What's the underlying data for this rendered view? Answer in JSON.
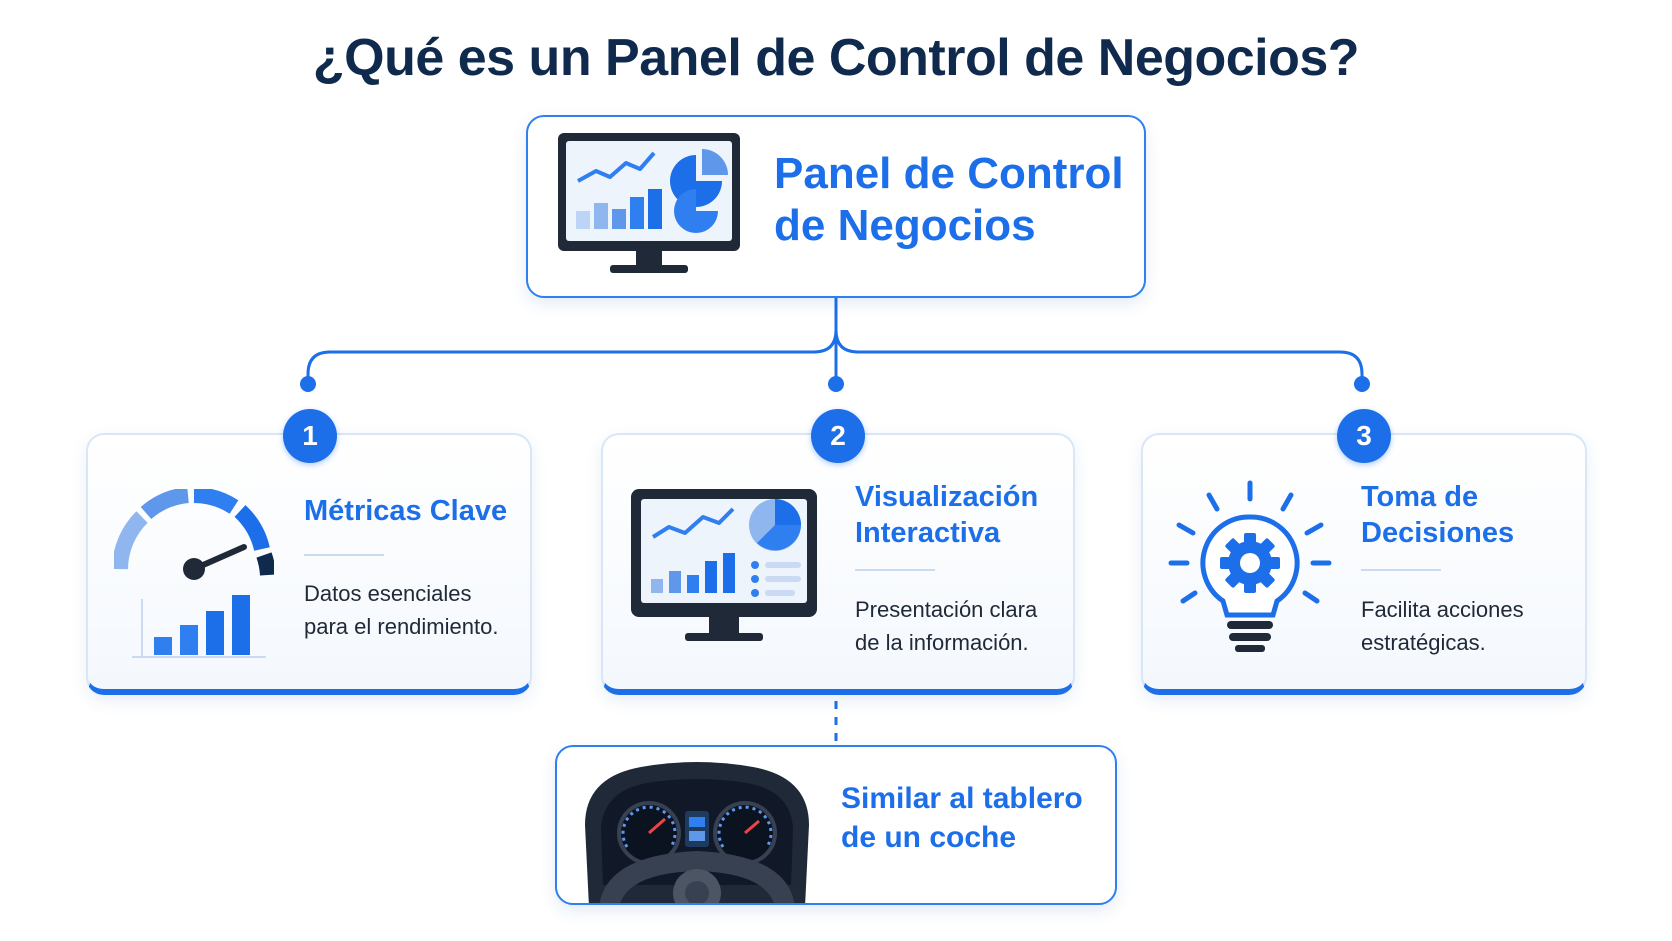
{
  "title": "¿Qué es un Panel de Control de Negocios?",
  "main": {
    "title_line1": "Panel de Control",
    "title_line2": "de Negocios",
    "icon": "monitor-dashboard-icon"
  },
  "cards": [
    {
      "number": "1",
      "title_line1": "Métricas Clave",
      "title_line2": "",
      "desc_line1": "Datos esenciales",
      "desc_line2": "para el rendimiento.",
      "icon": "gauge-bar-chart-icon"
    },
    {
      "number": "2",
      "title_line1": "Visualización",
      "title_line2": "Interactiva",
      "desc_line1": "Presentación clara",
      "desc_line2": "de la información.",
      "icon": "monitor-charts-icon"
    },
    {
      "number": "3",
      "title_line1": "Toma de",
      "title_line2": "Decisiones",
      "desc_line1": "Facilita acciones",
      "desc_line2": "estratégicas.",
      "icon": "lightbulb-gear-icon"
    }
  ],
  "analogy": {
    "title_line1": "Similar al tablero",
    "title_line2": "de un coche",
    "icon": "car-dashboard-icon"
  },
  "colors": {
    "accent": "#1c6fe8",
    "title": "#0f2a4d",
    "border": "#2f7ff0"
  }
}
